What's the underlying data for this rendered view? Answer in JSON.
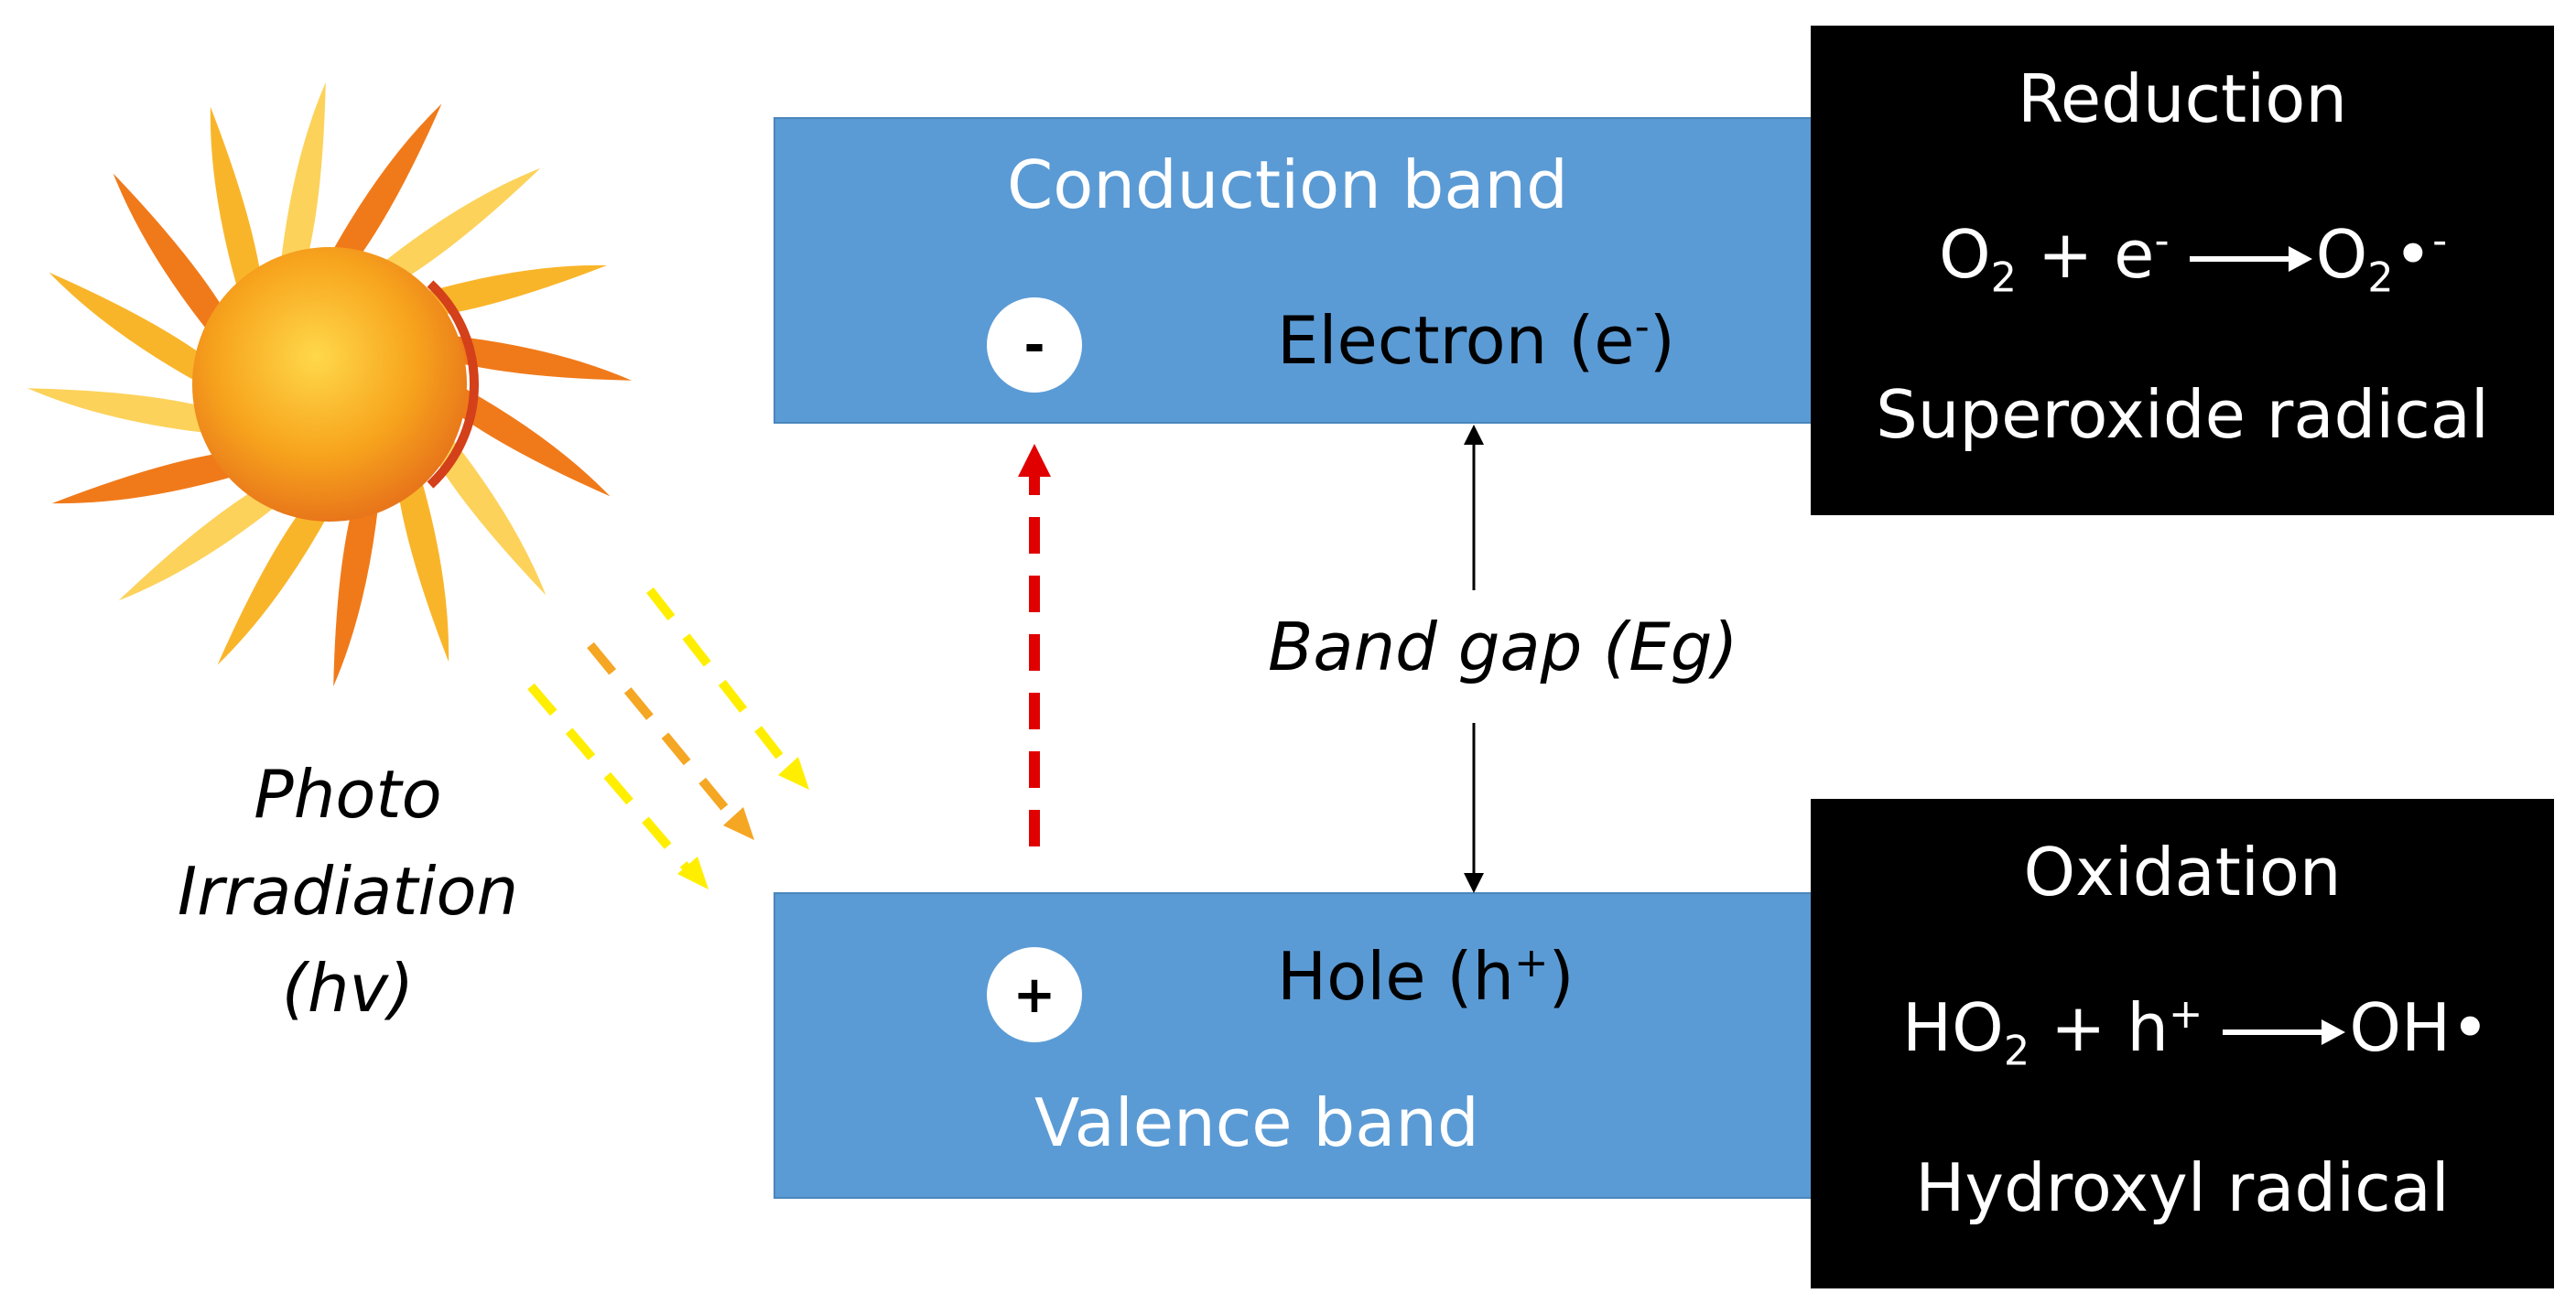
{
  "conduction_band": {
    "title": "Conduction band",
    "charge_symbol": "-",
    "carrier_label": "Electron (e",
    "carrier_sup": "-",
    "carrier_close": ")"
  },
  "valence_band": {
    "title": "Valence band",
    "charge_symbol": "+",
    "carrier_label": "Hole (h",
    "carrier_sup": "+",
    "carrier_close": ")"
  },
  "band_gap": {
    "label": "Band gap (Eg)"
  },
  "photo_irradiation": {
    "line1": "Photo",
    "line2": "Irradiation",
    "line3": "(hv)"
  },
  "reduction": {
    "title": "Reduction",
    "reactant1": "O",
    "reactant1_sub": "2",
    "plus": " + e",
    "plus_sup": "-",
    "product": "O",
    "product_sub": "2",
    "product_suffix": "•",
    "product_sup": "-",
    "name": "Superoxide radical"
  },
  "oxidation": {
    "title": "Oxidation",
    "reactant1": "HO",
    "reactant1_sub": "2",
    "plus": " + h",
    "plus_sup": "+",
    "product": "OH•",
    "name": "Hydroxyl radical"
  },
  "colors": {
    "band": "#5b9bd5",
    "panel": "#000000",
    "excitation_arrow": "#e00000",
    "light_rays": [
      "#ffee00",
      "#f5a623"
    ],
    "sun_core": "#f7a41d",
    "sun_rays": "#f9c12e"
  },
  "icons": [
    "sun-icon",
    "light-ray-arrows",
    "excitation-arrow",
    "band-gap-arrow"
  ]
}
